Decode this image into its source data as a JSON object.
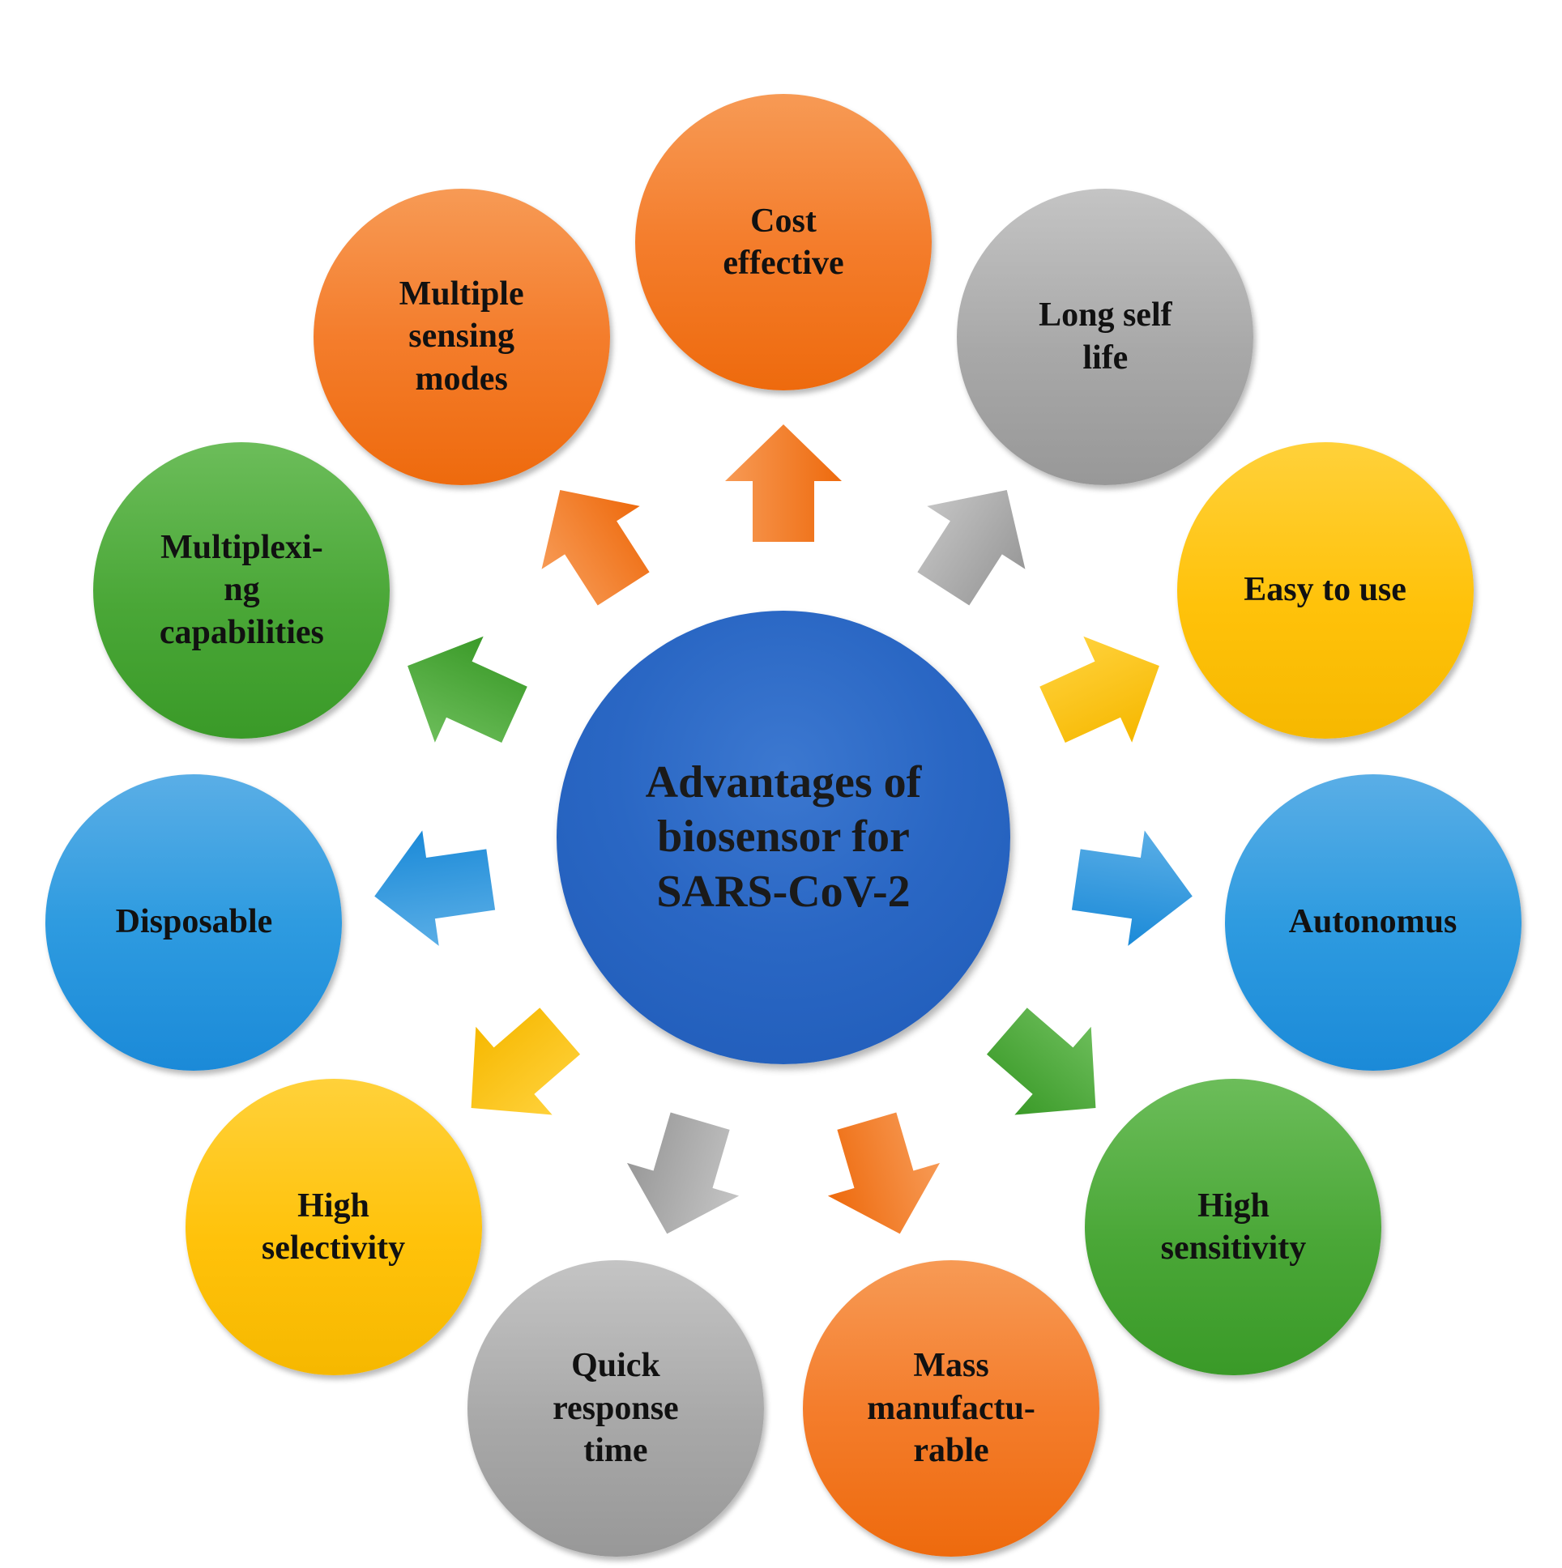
{
  "center": {
    "title": "Advantages of\nbiosensor for\nSARS-CoV-2"
  },
  "nodes": [
    {
      "label": "Cost\neffective",
      "color": "orange"
    },
    {
      "label": "Long self\nlife",
      "color": "gray"
    },
    {
      "label": "Easy to use",
      "color": "yellow"
    },
    {
      "label": "Autonomus",
      "color": "blue"
    },
    {
      "label": "High\nsensitivity",
      "color": "green"
    },
    {
      "label": "Mass\nmanufactu-\nrable",
      "color": "orange"
    },
    {
      "label": "Quick\nresponse\ntime",
      "color": "gray"
    },
    {
      "label": "High\nselectivity",
      "color": "yellow"
    },
    {
      "label": "Disposable",
      "color": "blue"
    },
    {
      "label": "Multiplexi-\nng\ncapabilities",
      "color": "green"
    },
    {
      "label": "Multiple\nsensing\nmodes",
      "color": "orange"
    }
  ],
  "palette": {
    "orange": "#f47d2c",
    "gray": "#a8a8a8",
    "yellow": "#ffc20a",
    "blue": "#2e9be0",
    "green": "#4aa737",
    "center": "#2a67c4"
  }
}
